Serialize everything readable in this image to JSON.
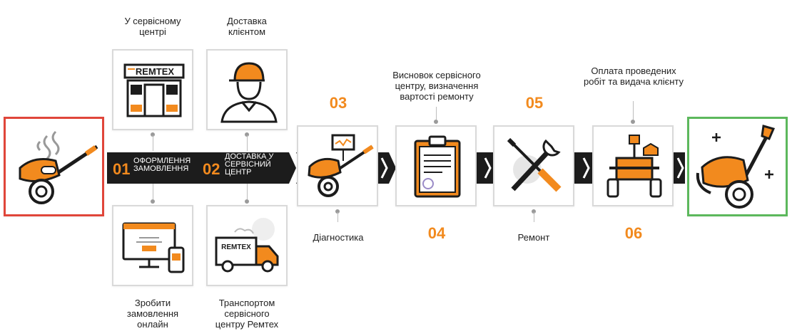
{
  "colors": {
    "accent": "#f28a1e",
    "dark": "#1c1c1c",
    "broken_border": "#e0463a",
    "fixed_border": "#5cb85c"
  },
  "steps": {
    "s01": {
      "num": "01",
      "text": "ОФОРМЛЕННЯ ЗАМОВЛЕННЯ",
      "top_caption": "У сервісному центрі",
      "bottom_caption": "Зробити замовлення онлайн",
      "logo": "REMTEX"
    },
    "s02": {
      "num": "02",
      "text": "ДОСТАВКА У СЕРВІСНИЙ ЦЕНТР",
      "top_caption": "Доставка клієнтом",
      "bottom_caption": "Транспортом сервісного центру Ремтех",
      "logo": "REMTEX"
    },
    "s03": {
      "num": "03",
      "caption": "Діагностика"
    },
    "s04": {
      "num": "04",
      "caption": "Висновок сервісного центру, визначення вартості ремонту"
    },
    "s05": {
      "num": "05",
      "caption": "Ремонт"
    },
    "s06": {
      "num": "06",
      "caption": "Оплата проведених робіт та видача клієнту"
    }
  },
  "icons": [
    "broken-mower-icon",
    "storefront-icon",
    "computer-order-icon",
    "client-delivery-icon",
    "delivery-truck-icon",
    "diagnostics-icon",
    "clipboard-icon",
    "wrench-screwdriver-icon",
    "payment-mower-icon",
    "repaired-mower-icon"
  ]
}
